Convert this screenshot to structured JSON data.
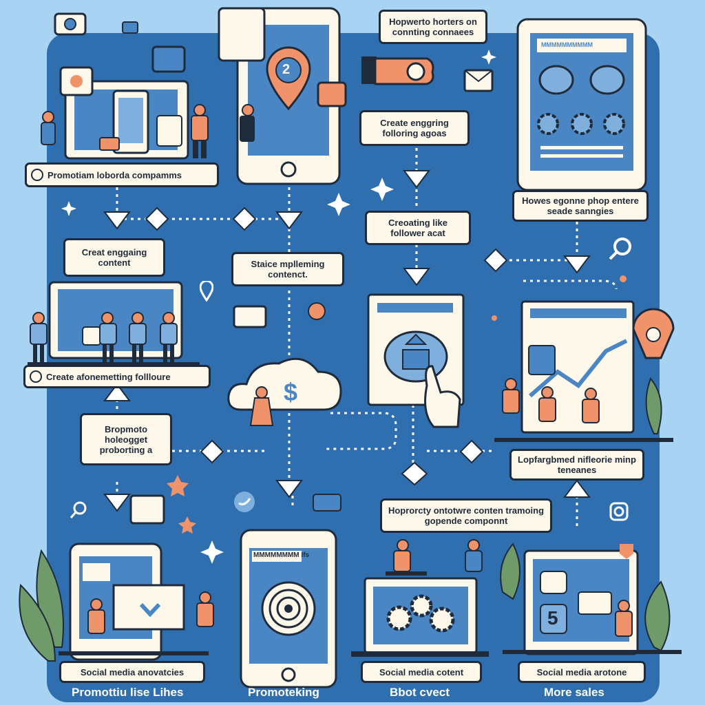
{
  "labels": {
    "promotion": "Promotiam loborda compamms",
    "engaging_content": "Creat enggaing content",
    "followers": "Create afonemetting follloure",
    "promoto": "Bropmoto holeogget proborting a",
    "stake": "Staice mplleming contenct.",
    "howto": "Hopwerto horters on connting connaees",
    "create_engaging": "Create enggring folloring agoas",
    "creating_like": "Creoating like follower acat",
    "howes": "Howes egonne phop entere seade sanngies",
    "leplangs": "Lopfargbmed nifleorie minp teneanes",
    "hoprocty": "Hoprorcty ontotwre conten tramoing gopende componnt",
    "social_left": "Social media anovatcies",
    "social_mid": "Social media cotent",
    "social_right": "Social media arotone"
  },
  "captions": {
    "c1": "Promottiu lise Lihes",
    "c2": "Promoteking",
    "c3": "Bbot cvect",
    "c4": "More sales"
  },
  "screen_texts": {
    "pin_number": "2",
    "badge_number": "5",
    "phone_banner": "MMMMMMMM Ifs",
    "tablet_banner": "MMMMMMMMMM"
  },
  "colors": {
    "background": "#a9d3f2",
    "board": "#2f6fb0",
    "label_fill": "#fdf8ea",
    "outline": "#1f2a3a",
    "accent_orange": "#f0936b",
    "screen_blue": "#4a86c4",
    "leaf_green": "#6f9a6a"
  },
  "icons": [
    "camera-icon",
    "chat-bubble-icon",
    "map-pin-icon",
    "hand-icon",
    "envelope-icon",
    "gear-icon",
    "dollar-icon",
    "cloud-icon",
    "target-icon",
    "search-icon",
    "star-icon",
    "sparkle-icon",
    "leaf-icon",
    "instagram-icon",
    "twitter-icon"
  ]
}
